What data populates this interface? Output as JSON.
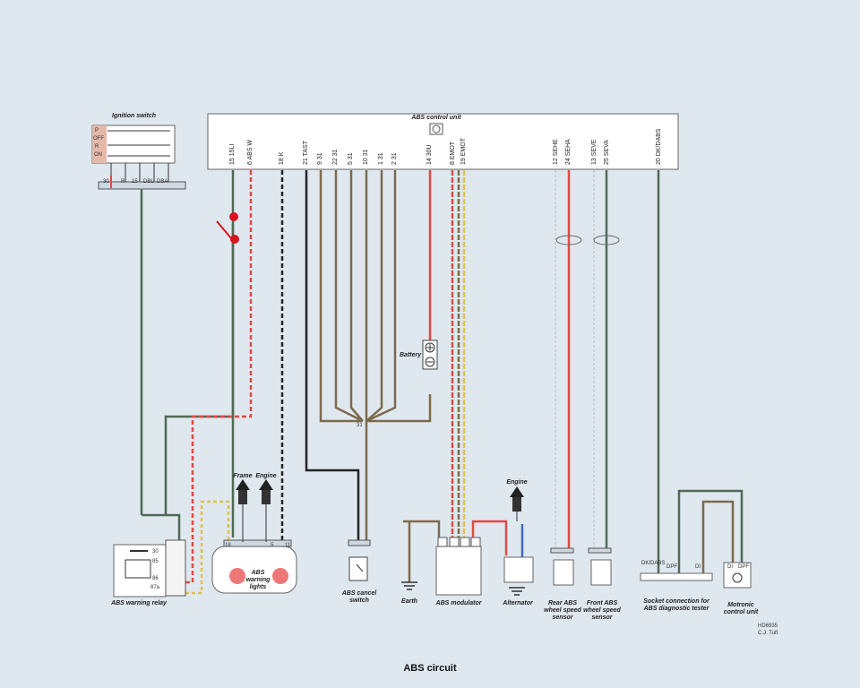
{
  "caption": "ABS circuit",
  "components": {
    "ignition_switch": "Ignition switch",
    "abs_control_unit": "ABS control unit",
    "battery": "Battery",
    "abs_warning_relay": "ABS warning relay",
    "abs_warning_lights": "ABS warning lights",
    "abs_cancel_switch": "ABS cancel switch",
    "earth": "Earth",
    "abs_modulator": "ABS modulator",
    "alternator": "Alternator",
    "rear_sensor": "Rear ABS wheel speed sensor",
    "front_sensor": "Front ABS wheel speed sensor",
    "diag_socket": "Socket connection for ABS diagnostic tester",
    "motronic": "Motronic control unit",
    "frame": "Frame",
    "engine": "Engine",
    "engine_alt": "Engine"
  },
  "ignition_positions": [
    "P",
    "OFF",
    "R",
    "ON"
  ],
  "ignition_terminals": [
    "30",
    "R",
    "15",
    "DBL",
    "DBA"
  ],
  "ecu_pins": [
    {
      "name": "15LI",
      "num": "15"
    },
    {
      "name": "ABS W",
      "num": "6"
    },
    {
      "name": "K",
      "num": "18"
    },
    {
      "name": "TAST",
      "num": "21"
    },
    {
      "name": "31",
      "num": "9"
    },
    {
      "name": "31",
      "num": "22"
    },
    {
      "name": "31",
      "num": "5"
    },
    {
      "name": "31",
      "num": "10"
    },
    {
      "name": "31",
      "num": "1"
    },
    {
      "name": "31",
      "num": "2"
    },
    {
      "name": "30U",
      "num": "14"
    },
    {
      "name": "EMOT",
      "num": "8"
    },
    {
      "name": "EMOT",
      "num": "19"
    },
    {
      "name": "SEHE",
      "num": "12"
    },
    {
      "name": "SEHA",
      "num": "24"
    },
    {
      "name": "SEVE",
      "num": "13"
    },
    {
      "name": "SEVA",
      "num": "25"
    },
    {
      "name": "DK/DABS",
      "num": "20"
    }
  ],
  "ground_node": "31",
  "relay_terminals": [
    "30",
    "85",
    "86",
    "87a"
  ],
  "warning_light_pins": [
    "18",
    "5",
    "11"
  ],
  "diag_labels": [
    "DK/DABS",
    "DPF",
    "DI"
  ],
  "motronic_labels": [
    "DI",
    "DPF"
  ],
  "stamp": [
    "HD6935",
    "C.J. Tuft"
  ],
  "colors": {
    "bg": "#dfe7ef",
    "green_wire": "#4f6a55",
    "red_wire": "#e04a44",
    "black_wire": "#222222",
    "brown_wire": "#7d6a4c",
    "yellow_wire": "#e0c24a",
    "blue_wire": "#3d6bc4",
    "marker": "#d8141f"
  }
}
